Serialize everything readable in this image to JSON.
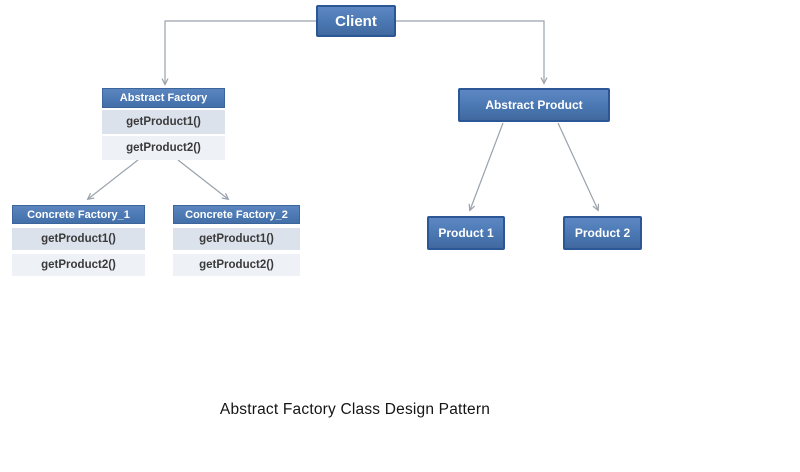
{
  "diagram": {
    "title": "Abstract Factory Class Design Pattern",
    "nodes": {
      "client": {
        "label": "Client"
      },
      "abstract_factory": {
        "header": "Abstract Factory",
        "methods": [
          "getProduct1()",
          "getProduct2()"
        ]
      },
      "concrete_factory_1": {
        "header": "Concrete Factory_1",
        "methods": [
          "getProduct1()",
          "getProduct2()"
        ]
      },
      "concrete_factory_2": {
        "header": "Concrete Factory_2",
        "methods": [
          "getProduct1()",
          "getProduct2()"
        ]
      },
      "abstract_product": {
        "label": "Abstract Product"
      },
      "product_1": {
        "label": "Product 1"
      },
      "product_2": {
        "label": "Product 2"
      }
    },
    "edges": [
      {
        "from": "client",
        "to": "abstract_factory"
      },
      {
        "from": "client",
        "to": "abstract_product"
      },
      {
        "from": "abstract_factory",
        "to": "concrete_factory_1"
      },
      {
        "from": "abstract_factory",
        "to": "concrete_factory_2"
      },
      {
        "from": "abstract_product",
        "to": "product_1"
      },
      {
        "from": "abstract_product",
        "to": "product_2"
      }
    ],
    "colors": {
      "node_fill": "#4a77b2",
      "node_fill_light": "#5d87c2",
      "node_border": "#2c5796",
      "header_fill": "#4b78b3",
      "row_alt_fill": "#dbe2ec",
      "row_fill": "#eef1f6",
      "connector": "#9aa2ac",
      "text_on_blue": "#ffffff",
      "method_text": "#3a3a3a",
      "caption_text": "#141414"
    }
  }
}
